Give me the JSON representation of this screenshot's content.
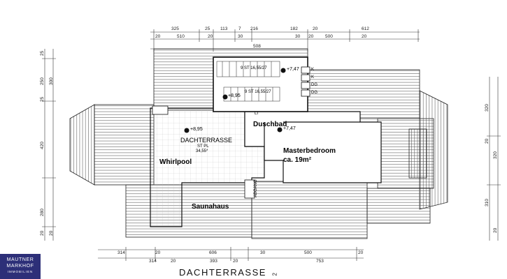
{
  "rooms": {
    "dachterrasse": "DACHTERRASSE",
    "dachterrasse_floor": "ST PL",
    "dachterrasse_area": "34,55*",
    "whirlpool": "Whirlpool",
    "saunahaus": "Saunahaus",
    "duschbad": "Duschbad",
    "masterbedroom": "Masterbedroom",
    "masterbedroom_area": "ca. 19m²"
  },
  "elevations": {
    "terrace": "+8,95",
    "bath": "+7,47",
    "stair_top": "+7,47",
    "stair_landing": "+8,95"
  },
  "stairs": {
    "upper": "9 ST 16,55/27",
    "lower": "9 ST 16,55/27"
  },
  "small_notes": {
    "abgang": "ABGANG",
    "k_markers": [
      "K",
      "K",
      "DG",
      "DG"
    ],
    "lift": "LI"
  },
  "dimensions": {
    "top_row1": [
      "325",
      "25",
      "113",
      "7",
      "216",
      "182",
      "20",
      "612"
    ],
    "top_row2": [
      "20",
      "510",
      "20",
      "30",
      "30",
      "20",
      "500",
      "20"
    ],
    "top_row3": [
      "508"
    ],
    "left_col": [
      "25",
      "250",
      "300",
      "25",
      "420",
      "280",
      "20",
      "20"
    ],
    "right_col": [
      "320",
      "20",
      "320",
      "310",
      "20"
    ],
    "bottom_row1": [
      "314",
      "20",
      "606",
      "30",
      "500",
      "20"
    ],
    "bottom_row2": [
      "314",
      "20",
      "393",
      "20",
      "753"
    ]
  },
  "drawing_title": "DACHTERRASSE",
  "drawing_title_suffix": "2",
  "logo": {
    "line1": "MAUTNER",
    "line2": "MARKHOF",
    "line3": "IMMOBILIEN"
  },
  "colors": {
    "ink": "#111111",
    "logo_bg": "#2d2f78"
  }
}
